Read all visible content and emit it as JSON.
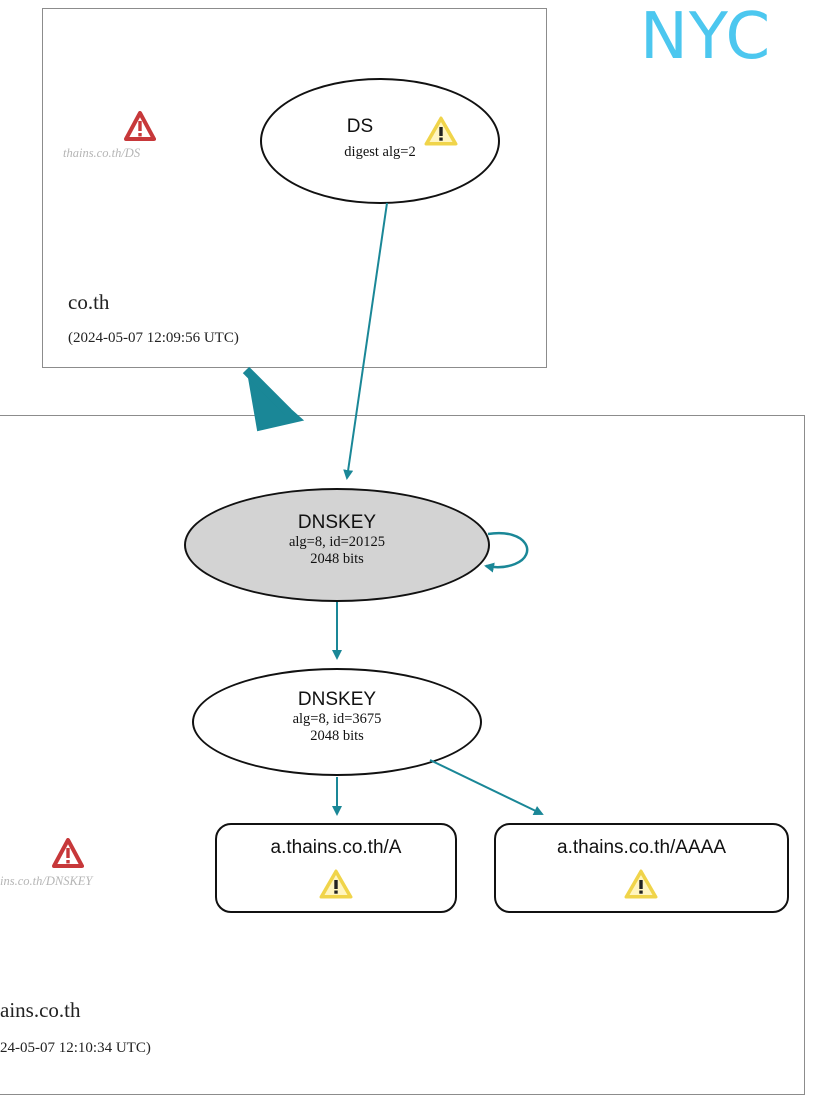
{
  "brand": {
    "text": "NYC",
    "color": "#4cc7ef"
  },
  "colors": {
    "edge": "#1a8797",
    "zone_border": "#8c8c8c",
    "key_fill": "#d3d3d3",
    "warning": "#f0d44a",
    "error": "#c7383a"
  },
  "parent_zone": {
    "name": "co.th",
    "timestamp": "(2024-05-07 12:09:56 UTC)",
    "nsec_label": "thains.co.th/DS",
    "nsec_icon": "error-icon",
    "ds_node": {
      "title": "DS",
      "subtitle": "digest alg=2",
      "icon": "warning-icon"
    }
  },
  "child_zone": {
    "name": "ains.co.th",
    "timestamp": "24-05-07 12:10:34 UTC)",
    "nsec_label": "ins.co.th/DNSKEY",
    "nsec_icon": "error-icon",
    "ksk": {
      "title": "DNSKEY",
      "line1": "alg=8, id=20125",
      "line2": "2048 bits",
      "self_signed": true
    },
    "zsk": {
      "title": "DNSKEY",
      "line1": "alg=8, id=3675",
      "line2": "2048 bits"
    },
    "rrsets": [
      {
        "label": "a.thains.co.th/A",
        "icon": "warning-icon"
      },
      {
        "label": "a.thains.co.th/AAAA",
        "icon": "warning-icon"
      }
    ]
  }
}
